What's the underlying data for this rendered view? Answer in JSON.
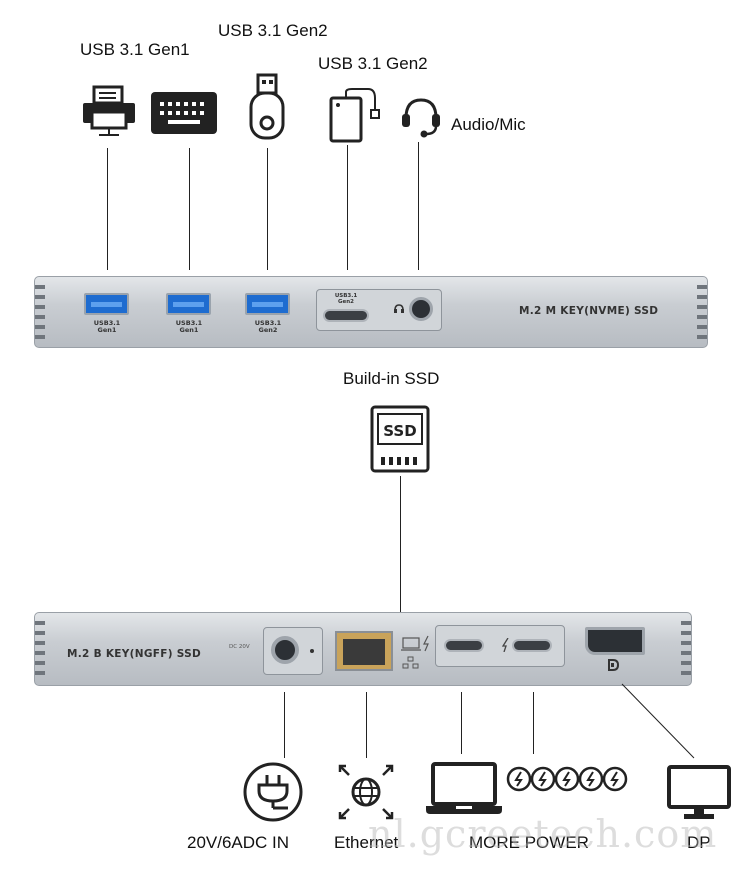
{
  "top_labels": {
    "usb_gen1": "USB 3.1 Gen1",
    "usb_gen2_a": "USB 3.1 Gen2",
    "usb_gen2_c": "USB 3.1 Gen2",
    "audio": "Audio/Mic"
  },
  "top_device": {
    "ports": [
      {
        "line1": "USB3.1",
        "line2": "Gen1"
      },
      {
        "line1": "USB3.1",
        "line2": "Gen1"
      },
      {
        "line1": "USB3.1",
        "line2": "Gen2"
      }
    ],
    "typec_line1": "USB3.1",
    "typec_line2": "Gen2",
    "ssd_label": "M.2 M KEY(NVME) SSD"
  },
  "middle": {
    "build_in": "Build-in SSD",
    "ssd_icon_text": "SSD"
  },
  "bottom_device": {
    "ssd_label": "M.2 B KEY(NGFF) SSD",
    "dc_text": "DC 20V"
  },
  "bottom_labels": {
    "power_in": "20V/6ADC IN",
    "ethernet": "Ethernet",
    "more_power": "MORE POWER",
    "dp": "DP"
  },
  "watermark": "nl.gcreetech.com",
  "colors": {
    "usb_blue": "#1e6cd0",
    "device_body": "#c3c8ce",
    "icon_dark": "#222222"
  }
}
